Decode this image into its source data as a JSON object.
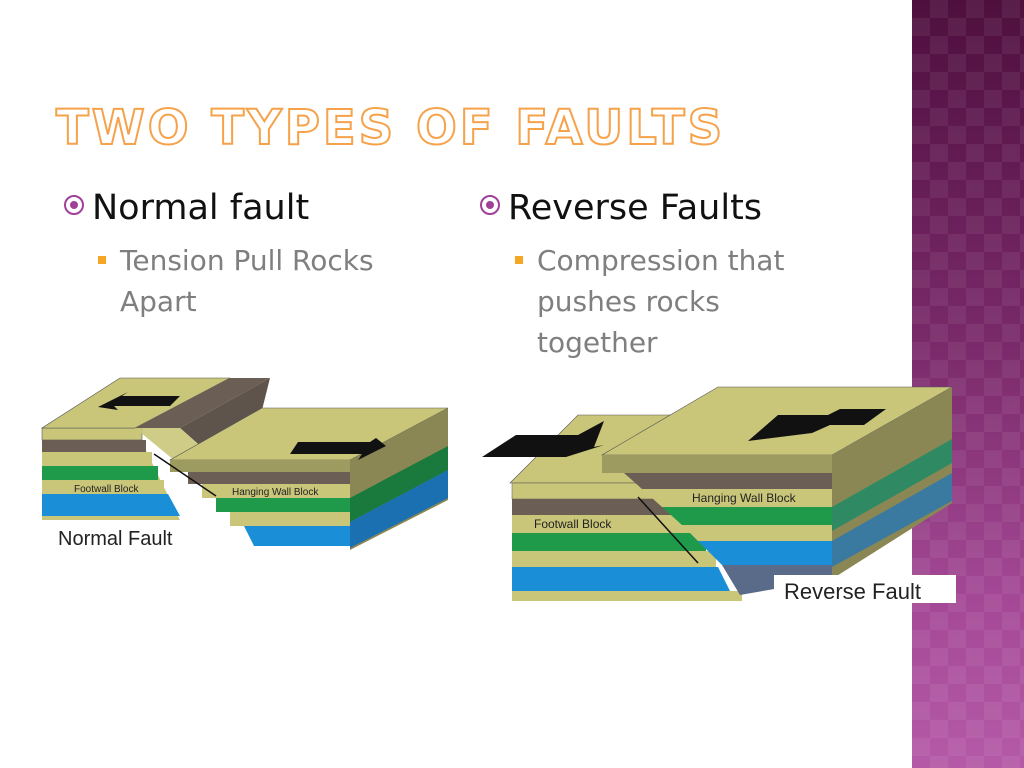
{
  "slide": {
    "title": "Two Types of Faults"
  },
  "left_column": {
    "heading": "Normal fault",
    "sub_bullet": "Tension Pull Rocks Apart"
  },
  "right_column": {
    "heading": "Reverse Faults",
    "sub_bullet": "Compression that pushes rocks together"
  },
  "normal_fault_diagram": {
    "footwall_label": "Footwall Block",
    "hanging_wall_label": "Hanging Wall Block",
    "caption": "Normal Fault"
  },
  "reverse_fault_diagram": {
    "footwall_label": "Footwall Block",
    "hanging_wall_label": "Hanging Wall Block",
    "caption": "Reverse Fault"
  },
  "colors": {
    "title_orange": "#f6a24a",
    "bullet_purple": "#a0409a",
    "sub_bullet_orange": "#f5a623",
    "rock_tan": "#c9c67a",
    "rock_brown": "#6b5e55",
    "rock_green": "#1f9a4a",
    "rock_blue": "#1a8fd8"
  }
}
